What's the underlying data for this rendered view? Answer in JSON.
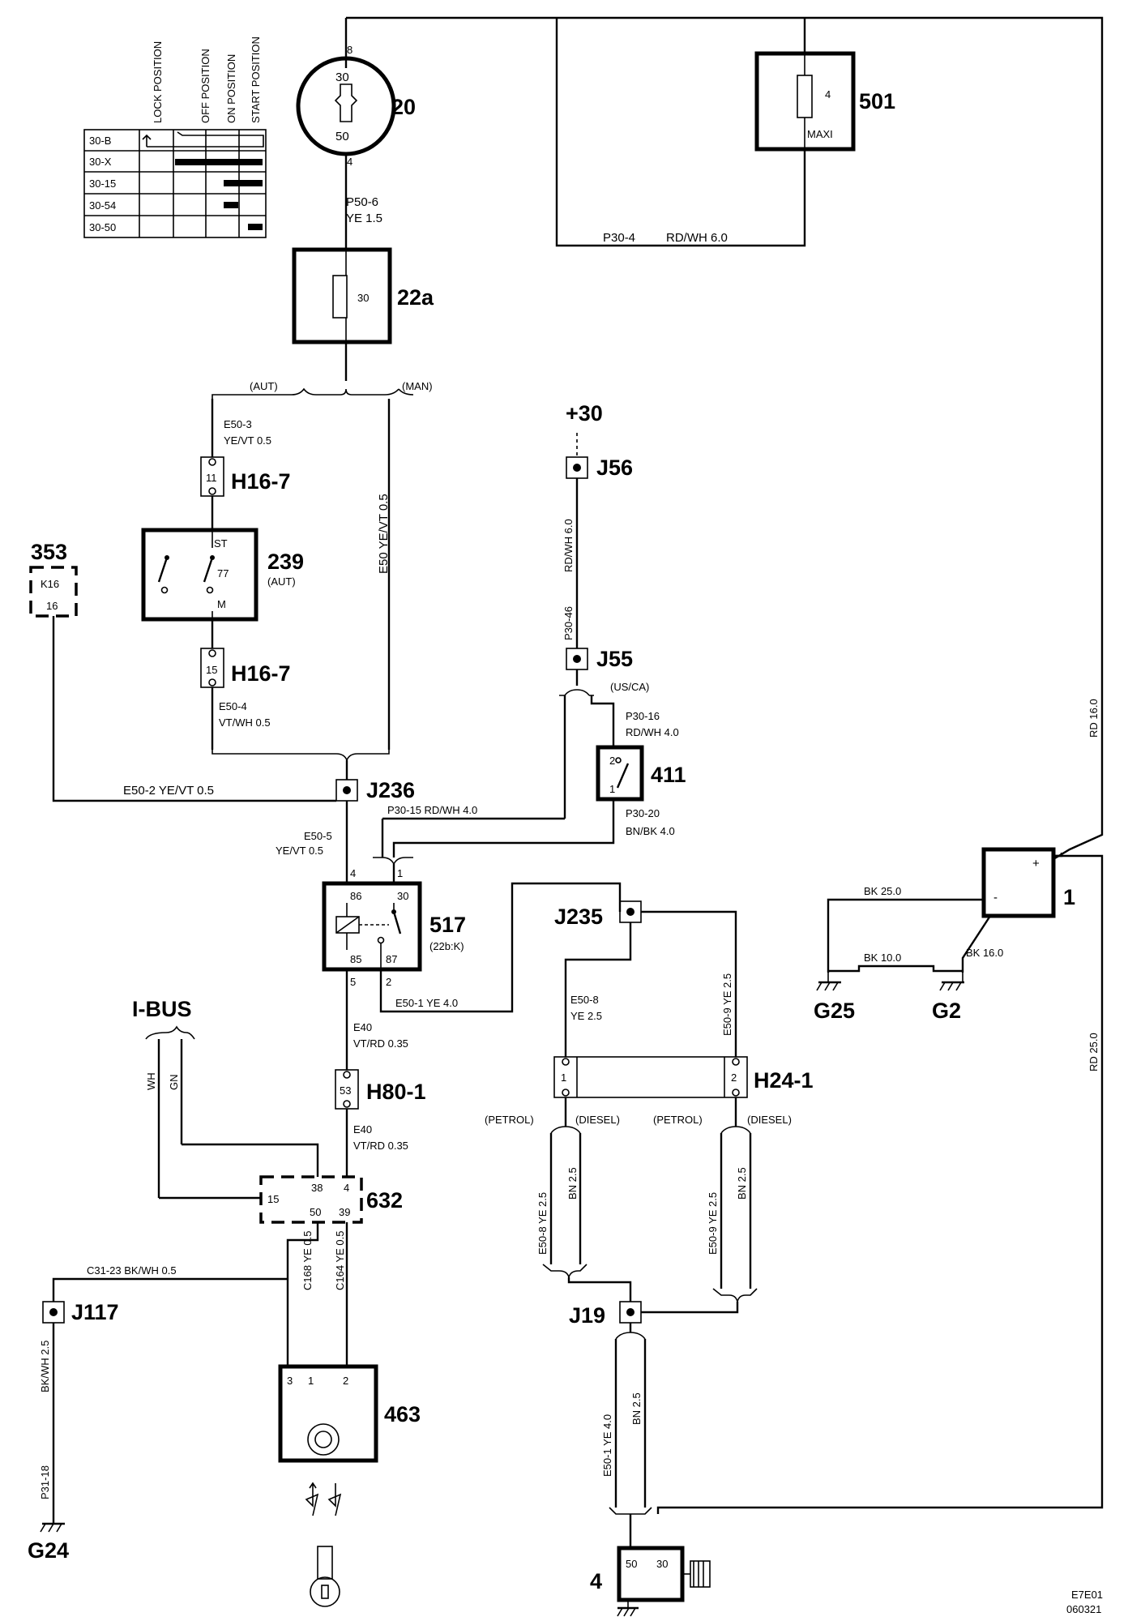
{
  "position_table": {
    "headers": [
      "LOCK POSITION",
      "OFF POSITION",
      "ON POSITION",
      "START POSITION"
    ],
    "rows": [
      "30-B",
      "30-X",
      "30-15",
      "30-54",
      "30-50"
    ]
  },
  "components": {
    "c20": "20",
    "c501": "501",
    "c501_pin": "4",
    "c501_type": "MAXI",
    "c20_pin30": "30",
    "c20_pin50": "50",
    "c20_pin8": "8",
    "c20_pin4": "4",
    "c22a": "22a",
    "c22a_pin": "30",
    "c239": "239",
    "c239_sub": "(AUT)",
    "c239_st": "ST",
    "c239_77": "77",
    "c239_m": "M",
    "c353": "353",
    "c353_k16": "K16",
    "c353_16": "16",
    "h167_top": "H16-7",
    "h167_top_pin": "11",
    "h167_bot": "H16-7",
    "h167_bot_pin": "15",
    "j236": "J236",
    "j56": "J56",
    "j55": "J55",
    "j235": "J235",
    "j19": "J19",
    "j117": "J117",
    "c411": "411",
    "c411_p2": "2",
    "c411_p1": "1",
    "c517": "517",
    "c517_sub": "(22b:K)",
    "c517_86": "86",
    "c517_30": "30",
    "c517_85": "85",
    "c517_87": "87",
    "c517_4": "4",
    "c517_1": "1",
    "c517_5": "5",
    "c517_2": "2",
    "h801": "H80-1",
    "h801_pin": "53",
    "c632": "632",
    "c632_15": "15",
    "c632_38": "38",
    "c632_4": "4",
    "c632_50": "50",
    "c632_39": "39",
    "c463": "463",
    "c463_3": "3",
    "c463_1": "1",
    "c463_2": "2",
    "h241": "H24-1",
    "h241_1": "1",
    "h241_2": "2",
    "c1": "1",
    "c1_plus": "+",
    "c1_minus": "-",
    "c4": "4",
    "c4_50": "50",
    "c4_30": "30",
    "g25": "G25",
    "g2": "G2",
    "g24": "G24",
    "plus30": "+30",
    "ibus": "I-BUS"
  },
  "wires": {
    "p506": "P50-6",
    "p506_spec": "YE   1.5",
    "p304": "P30-4",
    "p304_spec": "RD/WH     6.0",
    "aut": "(AUT)",
    "man": "(MAN)",
    "e503": "E50-3",
    "e503_spec": "YE/VT    0.5",
    "e50v": "E50   YE/VT     0.5",
    "e504": "E50-4",
    "e504_spec": "VT/WH    0.5",
    "e502": "E50-2   YE/VT    0.5",
    "e505": "E50-5",
    "e505_spec": "YE/VT  0.5",
    "p3046": "P30-46",
    "rdwh60": "RD/WH  6.0",
    "usca": "(US/CA)",
    "p3016": "P30-16",
    "p3016_spec": "RD/WH  4.0",
    "p3015": "P30-15       RD/WH      4.0",
    "p3020": "P30-20",
    "p3020_spec": "BN/BK     4.0",
    "e501": "E50-1   YE      4.0",
    "e40a": "E40",
    "e40a_spec": "VT/RD   0.35",
    "e40b": "E40",
    "e40b_spec": "VT/RD   0.35",
    "wh": "WH",
    "gn": "GN",
    "e508": "E50-8",
    "e508_spec": "YE    2.5",
    "e509v": "E50-9   YE     2.5",
    "petrol1": "(PETROL)",
    "diesel1": "(DIESEL)",
    "petrol2": "(PETROL)",
    "diesel2": "(DIESEL)",
    "e508v": "E50-8   YE   2.5",
    "bn25a": "BN   2.5",
    "e509v2": "E50-9   YE   2.5",
    "bn25b": "BN   2.5",
    "c3123": "C31-23      BK/WH     0.5",
    "bkwh25": "BK/WH   2.5",
    "p3118": "P31-18",
    "c168": "C168  YE  0.5",
    "c164": "C164  YE  0.5",
    "e501v": "E50-1   YE   4.0",
    "bn25c": "BN   2.5",
    "bk250": "BK  25.0",
    "bk100": "BK  10.0",
    "bk160": "BK 16.0",
    "rd160": "RD    16.0",
    "rd250": "RD    25.0"
  },
  "footer": {
    "code": "E7E01",
    "date": "060321"
  }
}
